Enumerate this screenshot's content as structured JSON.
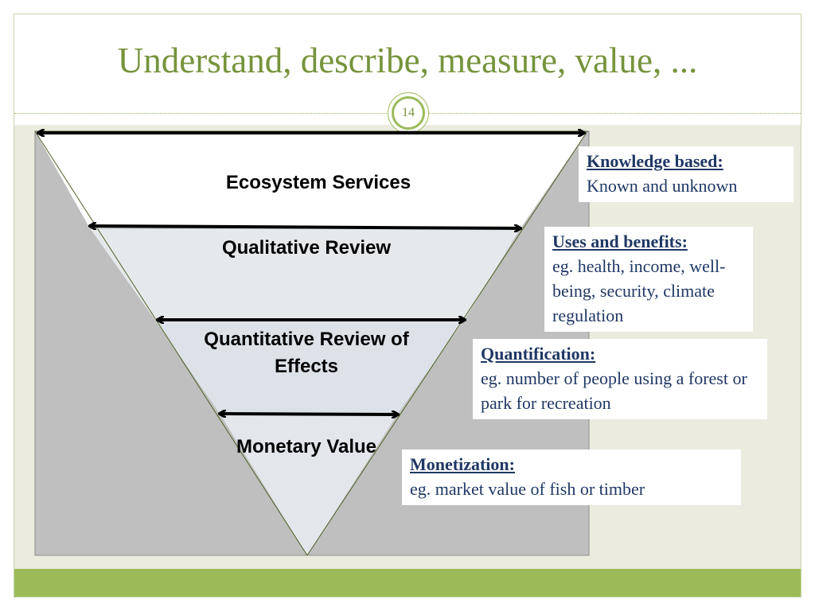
{
  "slide": {
    "title": "Understand, describe, measure, value, ...",
    "page_number": "14"
  },
  "diagram": {
    "levels": [
      {
        "label": "Ecosystem Services"
      },
      {
        "label": "Qualitative Review"
      },
      {
        "label": "Quantitative Review of Effects"
      },
      {
        "label": "Monetary Value"
      }
    ],
    "callouts": [
      {
        "heading": "Knowledge based:",
        "body": "Known and unknown"
      },
      {
        "heading": "Uses and benefits:",
        "body": "eg. health, income, well-being, security, climate regulation"
      },
      {
        "heading": "Quantification:",
        "body": "eg. number of people using a forest or park for recreation"
      },
      {
        "heading": "Monetization:",
        "body": "eg. market value of fish or timber"
      }
    ]
  },
  "colors": {
    "title": "#77933c",
    "accent_green": "#9bbb59",
    "callout_text": "#1f3864",
    "background_gray": "#bfbfbf"
  }
}
